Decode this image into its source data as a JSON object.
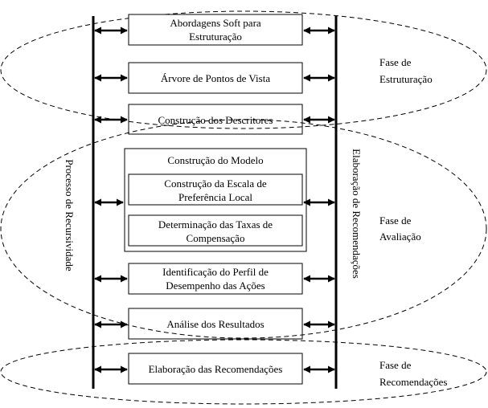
{
  "steps": {
    "soft_approaches": [
      "Abordagens Soft para",
      "Estruturação"
    ],
    "viewpoint_tree": "Árvore de Pontos de Vista",
    "descriptors": "Construção dos Descritores",
    "model": {
      "title": "Construção do Modelo",
      "local_scale": [
        "Construção da Escala de",
        "Preferência Local"
      ],
      "compensation_rates": [
        "Determinação das Taxas de",
        "Compensação"
      ]
    },
    "performance_profile": [
      "Identificação do Perfil de",
      "Desempenho das Ações"
    ],
    "results_analysis": "Análise dos Resultados",
    "recommendations": "Elaboração das Recomendações"
  },
  "sides": {
    "left": "Processo de Recursividade",
    "right": "Elaboração de Recomendações"
  },
  "phases": {
    "structuring": [
      "Fase de",
      "Estruturação"
    ],
    "evaluation": [
      "Fase de",
      "Avaliação"
    ],
    "recommendations": [
      "Fase de",
      "Recomendações"
    ]
  }
}
